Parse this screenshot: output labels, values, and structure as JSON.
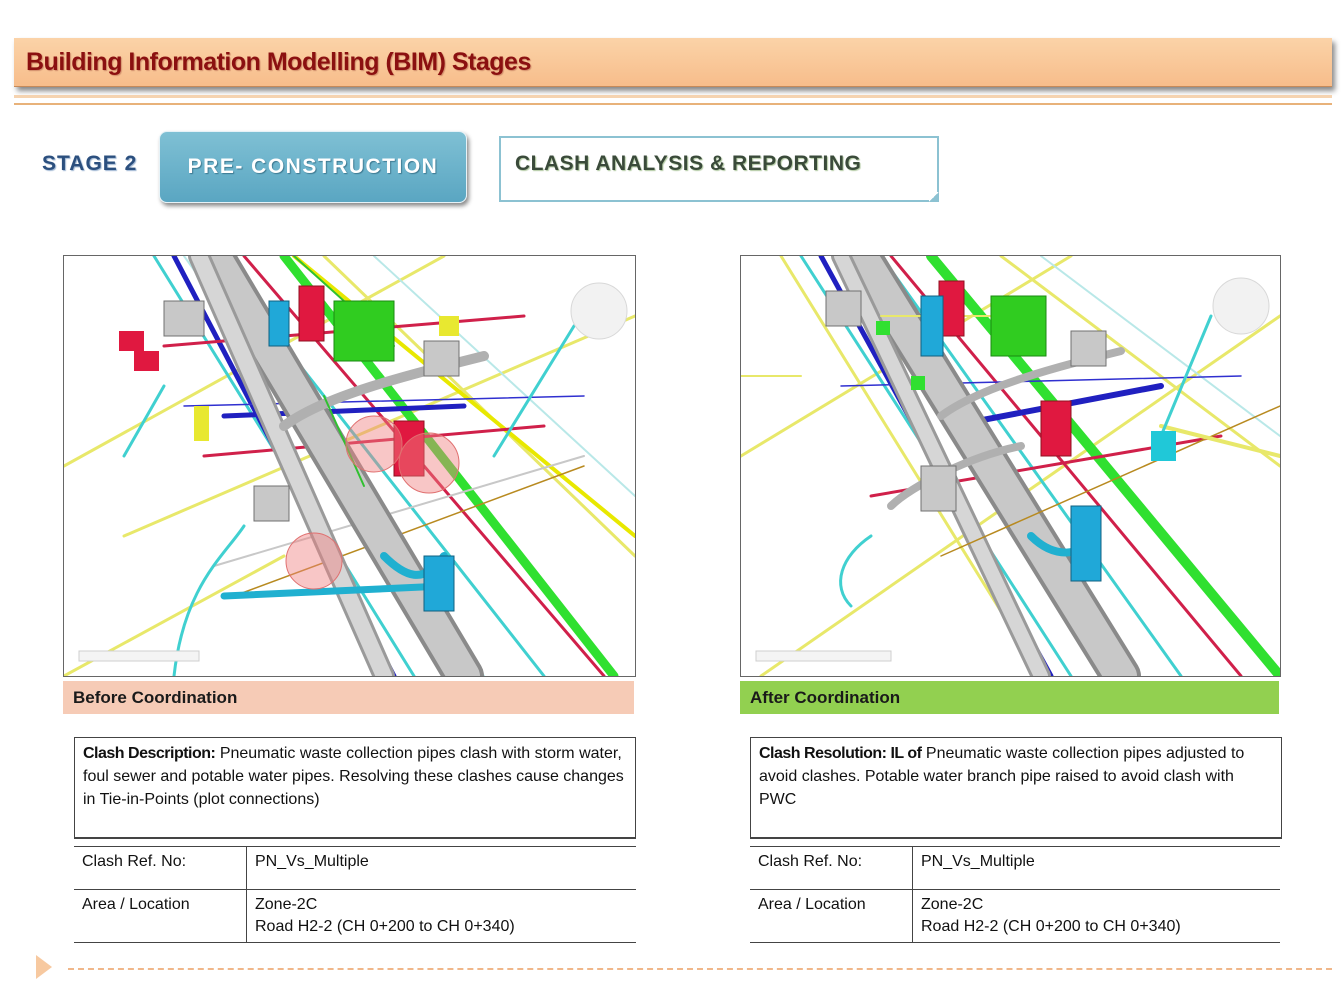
{
  "header": {
    "title": "Building Information Modelling (BIM) Stages"
  },
  "stage": {
    "label": "STAGE 2",
    "phase_button": "PRE- CONSTRUCTION",
    "topic": "CLASH ANALYSIS & REPORTING"
  },
  "before": {
    "band_label": "Before Coordination",
    "band_color": "#f6cbb6",
    "desc_label": "Clash Description:",
    "desc_text": "Pneumatic waste collection pipes clash with storm water, foul sewer and potable water pipes. Resolving these clashes cause changes in Tie-in-Points (plot connections)",
    "ref_key": "Clash Ref. No:",
    "ref_val": "PN_Vs_Multiple",
    "area_key": "Area / Location",
    "area_val1": "Zone-2C",
    "area_val2": "Road H2-2 (CH 0+200 to CH 0+340)"
  },
  "after": {
    "band_label": "After Coordination",
    "band_color": "#92d050",
    "desc_label": "Clash Resolution: IL of",
    "desc_text": "Pneumatic waste collection pipes adjusted to avoid clashes. Potable water branch pipe raised to avoid clash with PWC",
    "ref_key": "Clash Ref. No:",
    "ref_val": "PN_Vs_Multiple",
    "area_key": "Area / Location",
    "area_val1": "Zone-2C",
    "area_val2": "Road H2-2 (CH 0+200 to CH 0+340)"
  }
}
